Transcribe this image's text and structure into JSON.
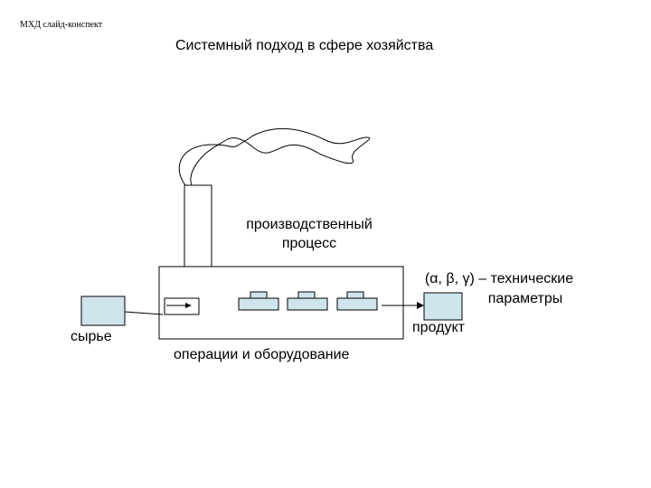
{
  "header": {
    "note": "МХД слайд-конспект"
  },
  "slide": {
    "title": "Системный подход в сфере хозяйства"
  },
  "labels": {
    "process_line1": "производственный",
    "process_line2": "процесс",
    "params_line1": "(α, β, γ) – технические",
    "params_line2": "параметры",
    "product": "продукт",
    "raw": "сырье",
    "operations": "операции и оборудование"
  },
  "colors": {
    "box_fill": "#cfe5ee",
    "stroke": "#000000"
  }
}
